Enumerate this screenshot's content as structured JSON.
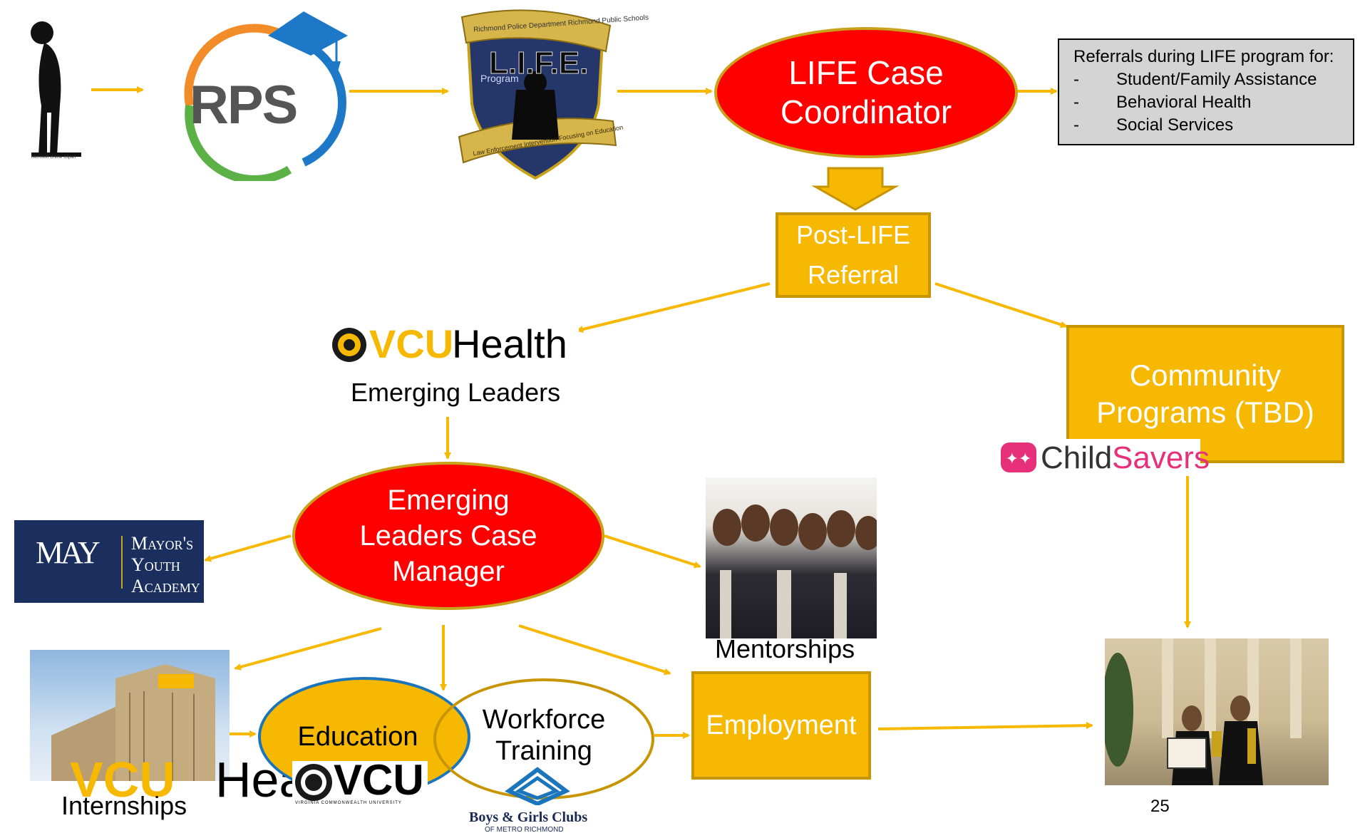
{
  "colors": {
    "arrow": "#f6b800",
    "coordinator_fill": "#ff0000",
    "box_fill": "#f6b800",
    "education_fill": "#f6b800",
    "vcu_gold": "#f6b800",
    "vcu_black": "#000000",
    "mya_navy": "#1b2f5e",
    "childsavers_pink": "#e6307a",
    "boys_girls_blue": "#1b75bc"
  },
  "logos": {
    "rps": "RPS",
    "life_title": "L.I.F.E.",
    "life_sub": "Program",
    "life_banner": "Richmond Police Department Richmond Public Schools",
    "life_ribbon": "Law Enforcement Intervention Focusing on Education",
    "clipart_caption": "Microsoft Online Clipart",
    "vcu_health_vcu": "VCU",
    "vcu_health_health": "Health",
    "vcu_big_vcu": "VCU",
    "vcu_big_health": "Hea",
    "vcu_univ": "VCU",
    "vcu_univ_sub": "VIRGINIA COMMONWEALTH UNIVERSITY",
    "mya_mark": "MAY",
    "mya_line1": "Mayor's",
    "mya_line2": "Youth",
    "mya_line3": "Academy",
    "childsavers_child": "Child",
    "childsavers_savers": "Savers",
    "bgc_line1": "Boys & Girls Clubs",
    "bgc_line2": "OF METRO RICHMOND"
  },
  "nodes": {
    "life_coordinator": "LIFE Case Coordinator",
    "post_life_line1": "Post-LIFE",
    "post_life_line2": "Referral",
    "community_programs": "Community Programs (TBD)",
    "el_case_manager": "Emerging Leaders Case Manager",
    "education": "Education",
    "workforce": "Workforce Training",
    "employment": "Employment"
  },
  "labels": {
    "emerging_leaders": "Emerging Leaders",
    "mentorships": "Mentorships",
    "internships": "Internships",
    "page_number": "25"
  },
  "referrals": {
    "heading": "Referrals  during LIFE program for:",
    "items": [
      "Student/Family Assistance",
      "Behavioral Health",
      "Social Services"
    ],
    "bullet": "-"
  },
  "icons": {
    "graduation_cap": "graduation-cap-icon",
    "badge": "police-badge-icon",
    "down_arrow": "block-down-arrow-icon",
    "stars": "childsavers-stars-icon"
  }
}
